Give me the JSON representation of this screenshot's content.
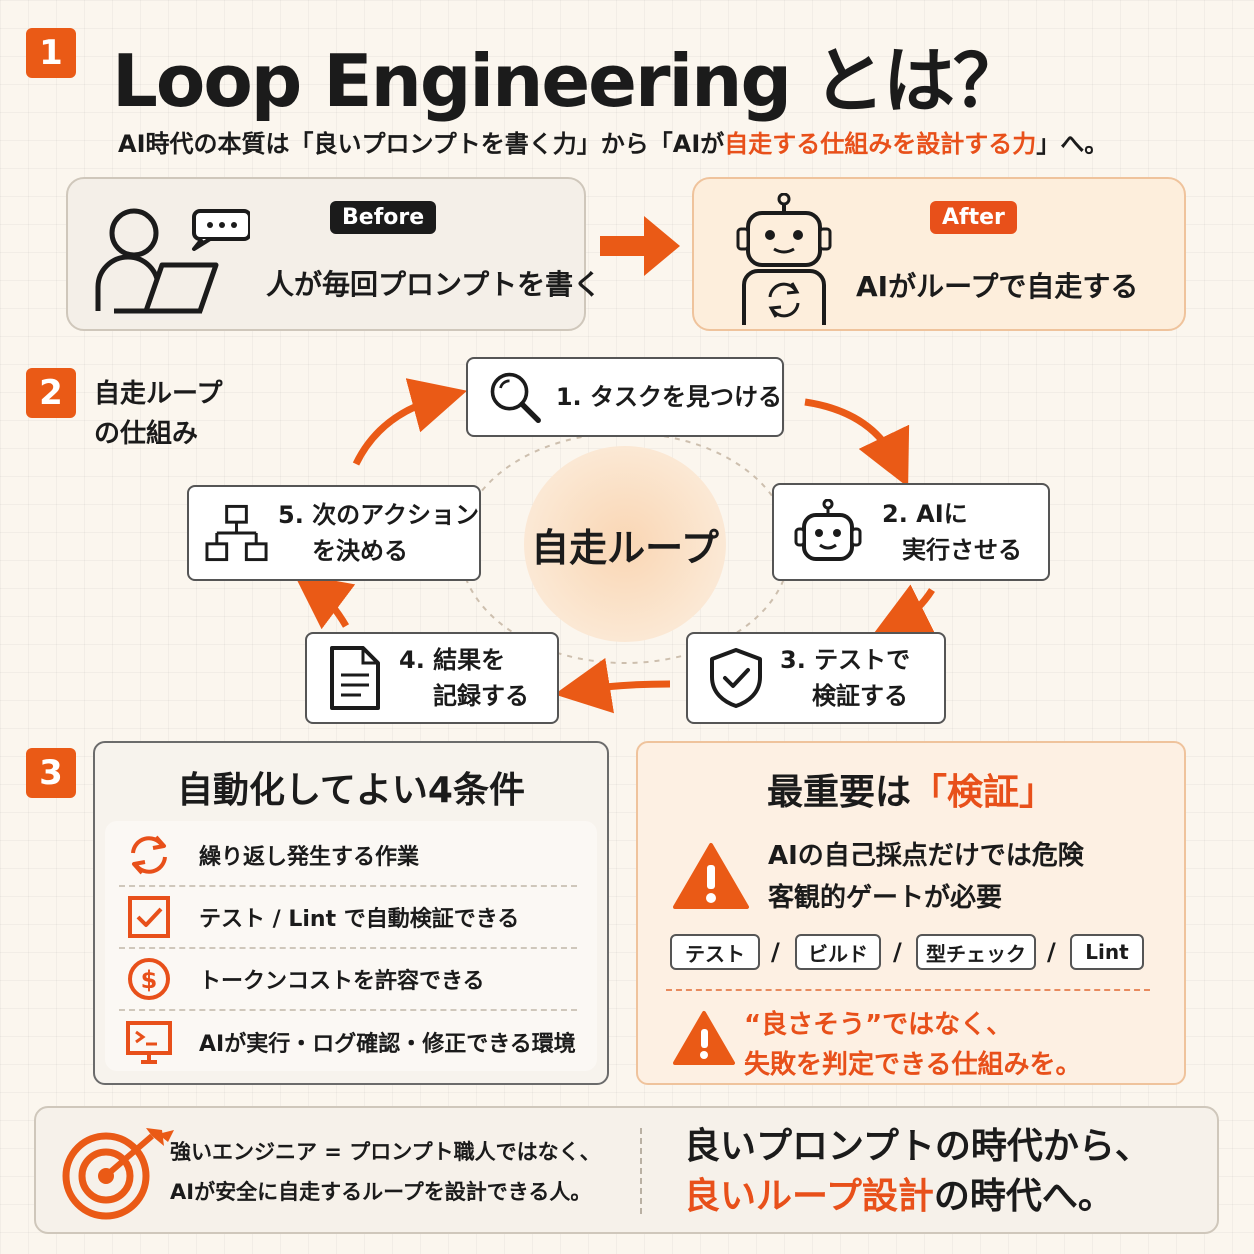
{
  "section1": {
    "badge": "1",
    "title": "Loop Engineering とは？",
    "subtitle_pre": "AI時代の本質は「良いプロンプトを書く力」から「AIが",
    "subtitle_accent": "自走する仕組みを設計する力",
    "subtitle_post": "」へ。",
    "before": {
      "tag": "Before",
      "text": "人が毎回プロンプトを書く"
    },
    "after": {
      "tag": "After",
      "text": "AIがループで自走する"
    }
  },
  "section2": {
    "badge": "2",
    "label_line1": "自走ループ",
    "label_line2": "の仕組み",
    "center": "自走ループ",
    "steps": [
      {
        "line1": "1. タスクを見つける",
        "line2": "",
        "icon": "magnifier-icon"
      },
      {
        "line1": "2. AIに",
        "line2": "実行させる",
        "icon": "robot-icon"
      },
      {
        "line1": "3. テストで",
        "line2": "検証する",
        "icon": "shield-check-icon"
      },
      {
        "line1": "4. 結果を",
        "line2": "記録する",
        "icon": "document-icon"
      },
      {
        "line1": "5. 次のアクション",
        "line2": "を決める",
        "icon": "flowchart-icon"
      }
    ]
  },
  "section3": {
    "badge": "3",
    "conditions": {
      "title": "自動化してよい4条件",
      "items": [
        {
          "text": "繰り返し発生する作業",
          "icon": "cycle-icon"
        },
        {
          "text": "テスト / Lint で自動検証できる",
          "icon": "checkbox-icon"
        },
        {
          "text": "トークンコストを許容できる",
          "icon": "dollar-icon"
        },
        {
          "text": "AIが実行・ログ確認・修正できる環境",
          "icon": "terminal-icon"
        }
      ]
    },
    "verify": {
      "title_pre": "最重要は",
      "title_accent": "「検証」",
      "warning_line1": "AIの自己採点だけでは危険",
      "warning_line2": "客観的ゲートが必要",
      "tags": [
        "テスト",
        "ビルド",
        "型チェック",
        "Lint"
      ],
      "separator": "/",
      "note_line1": "“良さそう”ではなく、",
      "note_line2": "失敗を判定できる仕組みを。"
    }
  },
  "footer": {
    "left_line1": "強いエンジニア = プロンプト職人ではなく、",
    "left_line2": "AIが安全に自走するループを設計できる人。",
    "right_line1": "良いプロンプトの時代から、",
    "right_line2_accent": "良いループ設計",
    "right_line2_post": "の時代へ。"
  },
  "colors": {
    "accent": "#e8501a",
    "badge": "#ea5a16",
    "before_tag": "#1b1b1b"
  }
}
